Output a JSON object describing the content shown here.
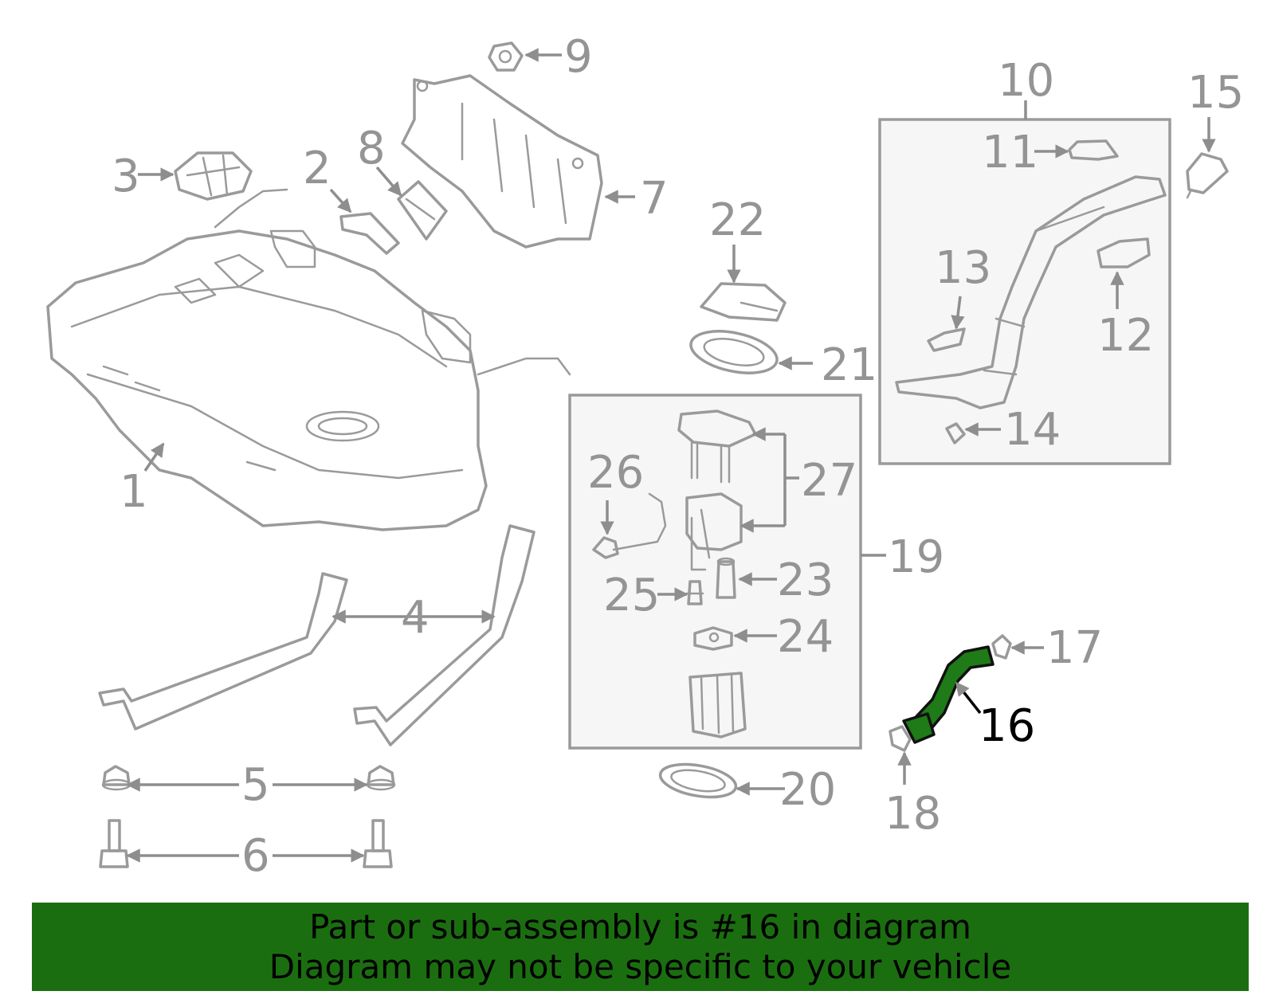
{
  "diagram": {
    "callouts": [
      "1",
      "2",
      "3",
      "4",
      "5",
      "6",
      "7",
      "8",
      "9",
      "10",
      "11",
      "12",
      "13",
      "14",
      "15",
      "16",
      "17",
      "18",
      "19",
      "20",
      "21",
      "22",
      "23",
      "24",
      "25",
      "26",
      "27"
    ],
    "highlighted_part": "16",
    "highlight_color": "#1f7a18"
  },
  "banner": {
    "line1": "Part or sub-assembly is #16 in diagram",
    "line2": "Diagram may not be specific to your vehicle",
    "background": "#1b6e10"
  }
}
